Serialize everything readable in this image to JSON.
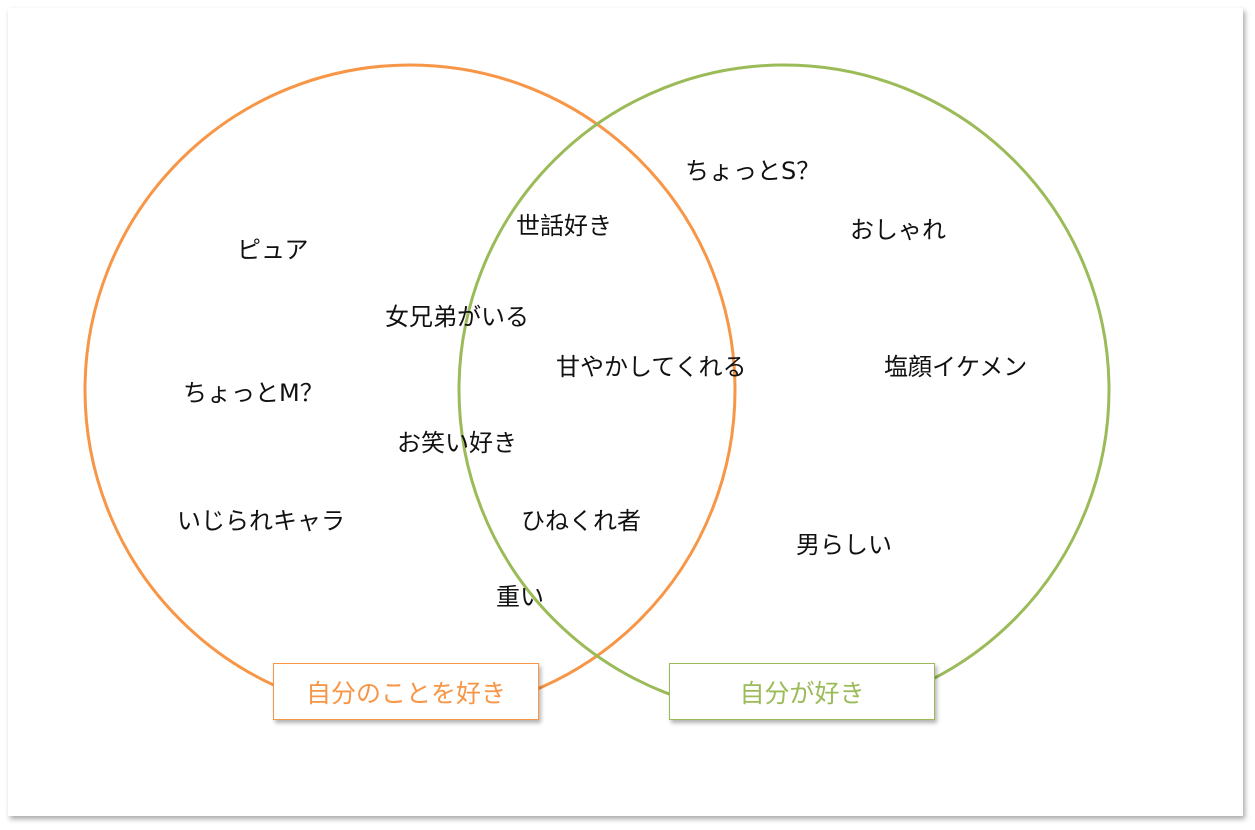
{
  "colors": {
    "left_circle": "#F79646",
    "right_circle": "#9BBB59",
    "text": "#111111"
  },
  "left_only": {
    "items": [
      "ピュア",
      "ちょっとM？",
      "いじられキャラ"
    ]
  },
  "overlap": {
    "items": [
      "世話好き",
      "女兄弟がいる",
      "甘やかしてくれる",
      "お笑い好き",
      "ひねくれ者",
      "重い"
    ]
  },
  "right_only": {
    "items": [
      "ちょっとS？",
      "おしゃれ",
      "塩顔イケメン",
      "男らしい"
    ]
  },
  "legend": {
    "left": "自分のことを好き",
    "right": "自分が好き"
  }
}
